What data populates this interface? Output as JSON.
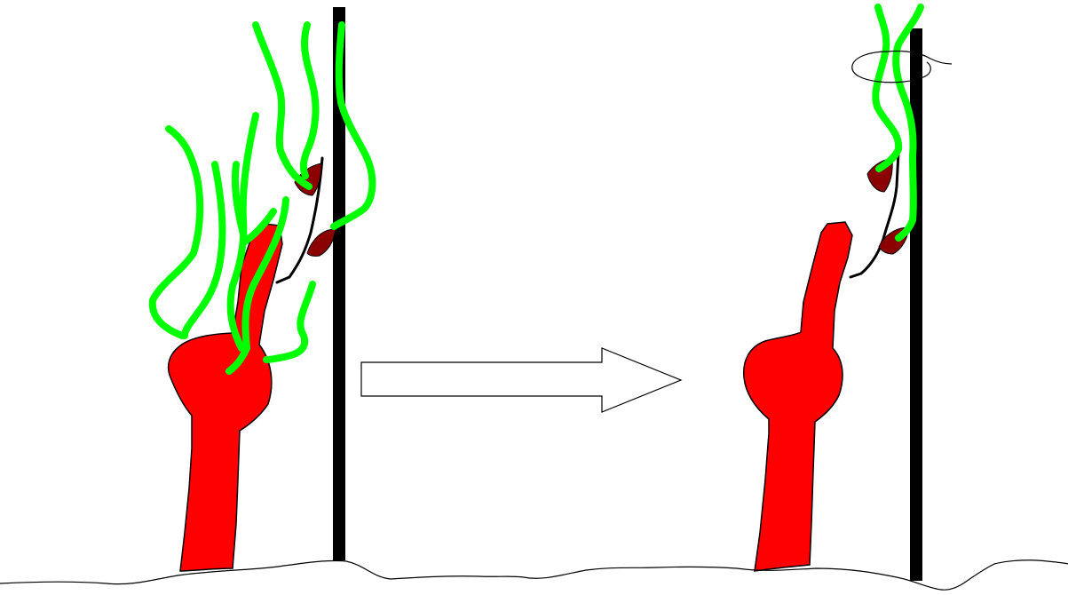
{
  "diagram": {
    "kind": "vine-pruning-before-after",
    "colors": {
      "trunk": "#ff0000",
      "shoot": "#00ff00",
      "bud": "#8b0000",
      "post": "#000000",
      "outline": "#000000",
      "background": "#ffffff"
    },
    "panels": [
      {
        "id": "before",
        "shoots": 8,
        "buds": 2
      },
      {
        "id": "after",
        "shoots": 2,
        "buds": 2,
        "tie": true
      }
    ],
    "connector": {
      "icon": "right-arrow-icon",
      "direction": "right"
    }
  }
}
